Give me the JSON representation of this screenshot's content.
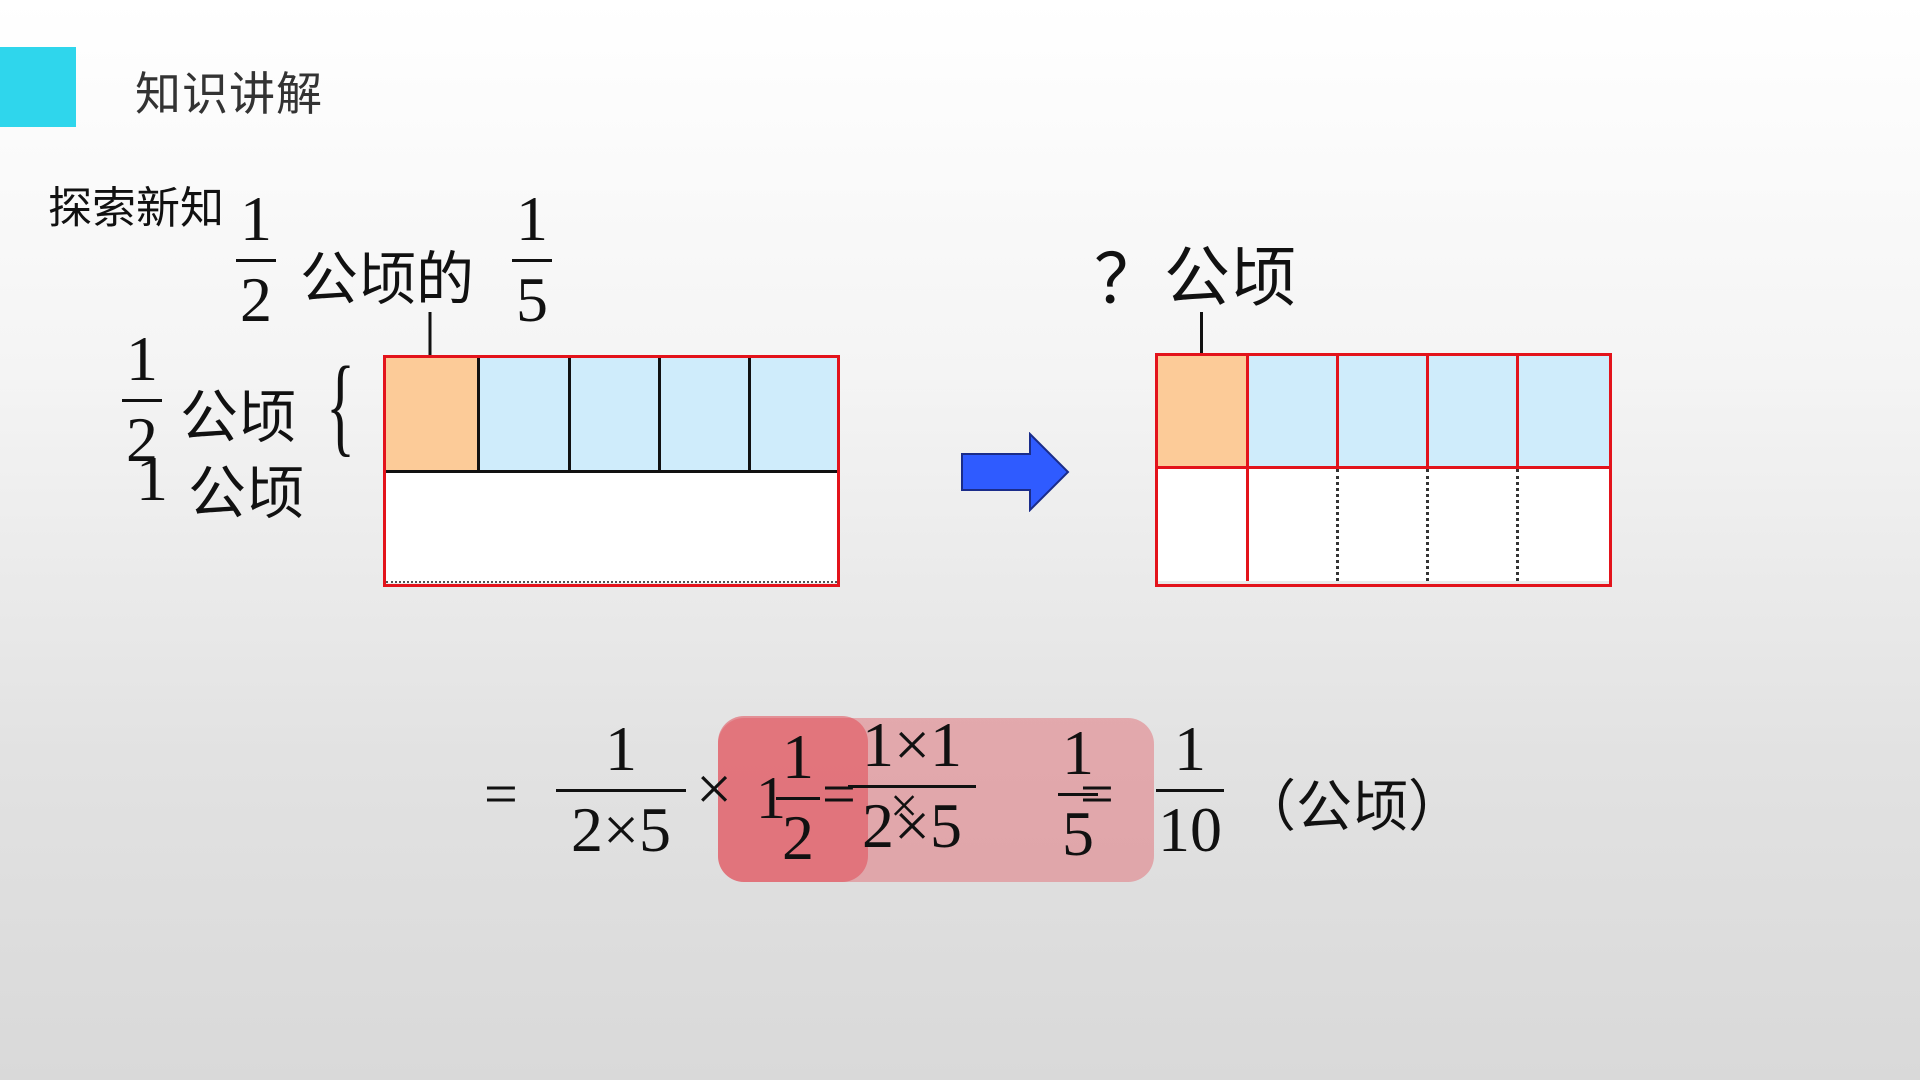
{
  "header": {
    "title": "知识讲解"
  },
  "section": {
    "label": "探索新知"
  },
  "left": {
    "top_label": {
      "frac1_num": "1",
      "frac1_den": "2",
      "text": "公顷的",
      "frac2_num": "1",
      "frac2_den": "5"
    },
    "half_label": {
      "num": "1",
      "den": "2",
      "unit": "公顷"
    },
    "whole_label": {
      "value": "1",
      "unit": "公顷"
    },
    "brace": "{"
  },
  "right": {
    "question": "？",
    "unit": "公顷"
  },
  "equation": {
    "eq1": "=",
    "f1": {
      "num": "1",
      "den": "2×5"
    },
    "times": "×",
    "one": "1",
    "f2": {
      "num": "1",
      "den": "2"
    },
    "eq2": "=",
    "f3": {
      "num": "1×1",
      "den": "2×5"
    },
    "x_mark": "×",
    "f4": {
      "num": "1",
      "den": "5"
    },
    "eq3": "=",
    "f5": {
      "num": "1",
      "den": "10"
    },
    "unit": "（公顷）"
  },
  "colors": {
    "accent": "#2fd6ec",
    "grid_border": "#e3131b",
    "shaded": "#fccb98",
    "half": "#cfecfb",
    "arrow": "#2f5bff",
    "highlight": "#e24a55"
  }
}
